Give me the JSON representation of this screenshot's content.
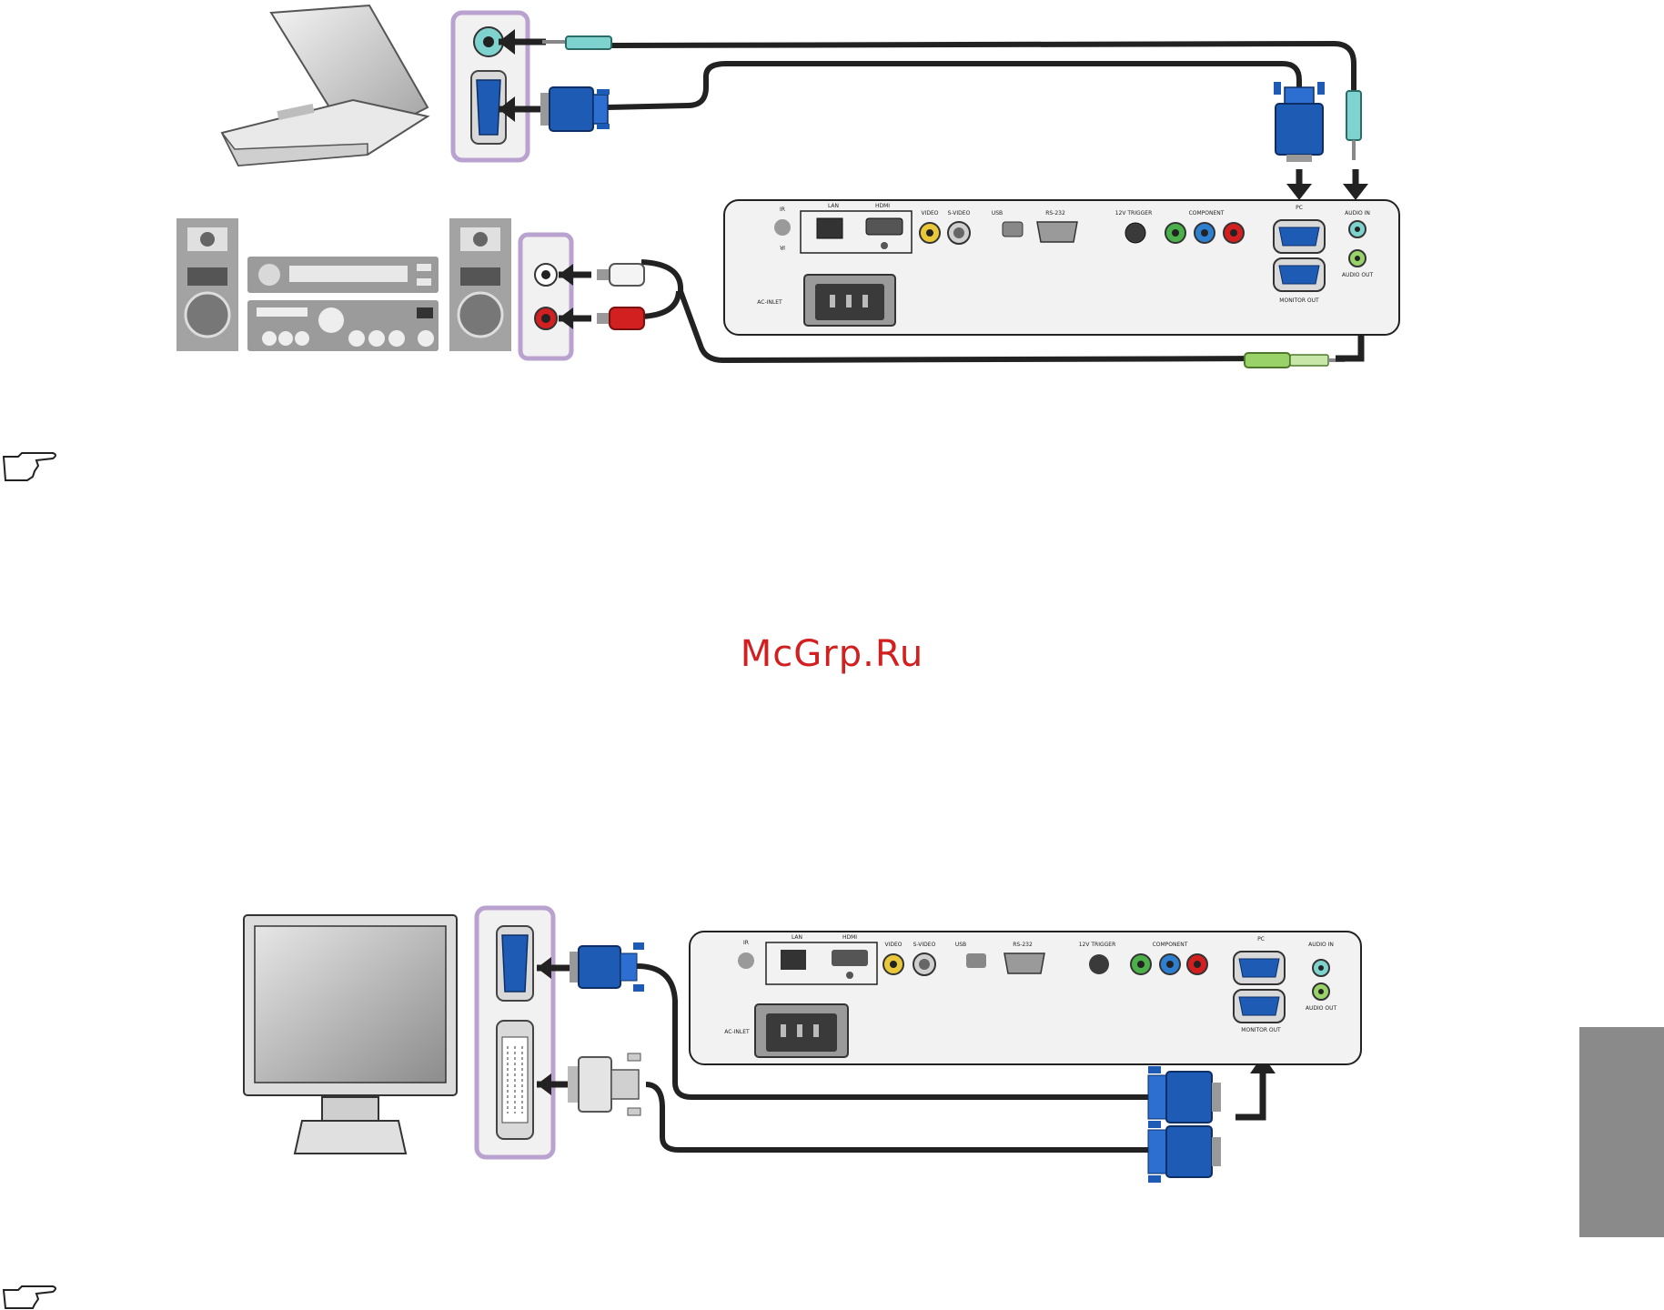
{
  "watermark": "McGrp.Ru",
  "ports_top": {
    "ir": "IR",
    "lan": "LAN",
    "hdmi": "HDMI",
    "video": "VIDEO",
    "svideo": "S-VIDEO",
    "usb": "USB",
    "rs232": "RS-232",
    "trigger": "12V TRIGGER",
    "component": "COMPONENT",
    "pc": "PC",
    "monitor_out": "MONITOR OUT",
    "audio_in": "AUDIO IN",
    "audio_out": "AUDIO OUT",
    "ac_inlet": "AC-INLET"
  },
  "colors": {
    "accent_purple": "#b9a2d0",
    "vga_blue": "#1e5bb5",
    "cable": "#222222",
    "cyan_jack": "#7fd3cf",
    "green_jack": "#9ad26a",
    "red_rca": "#d21f1f",
    "panel_gray": "#f2f2f2"
  }
}
